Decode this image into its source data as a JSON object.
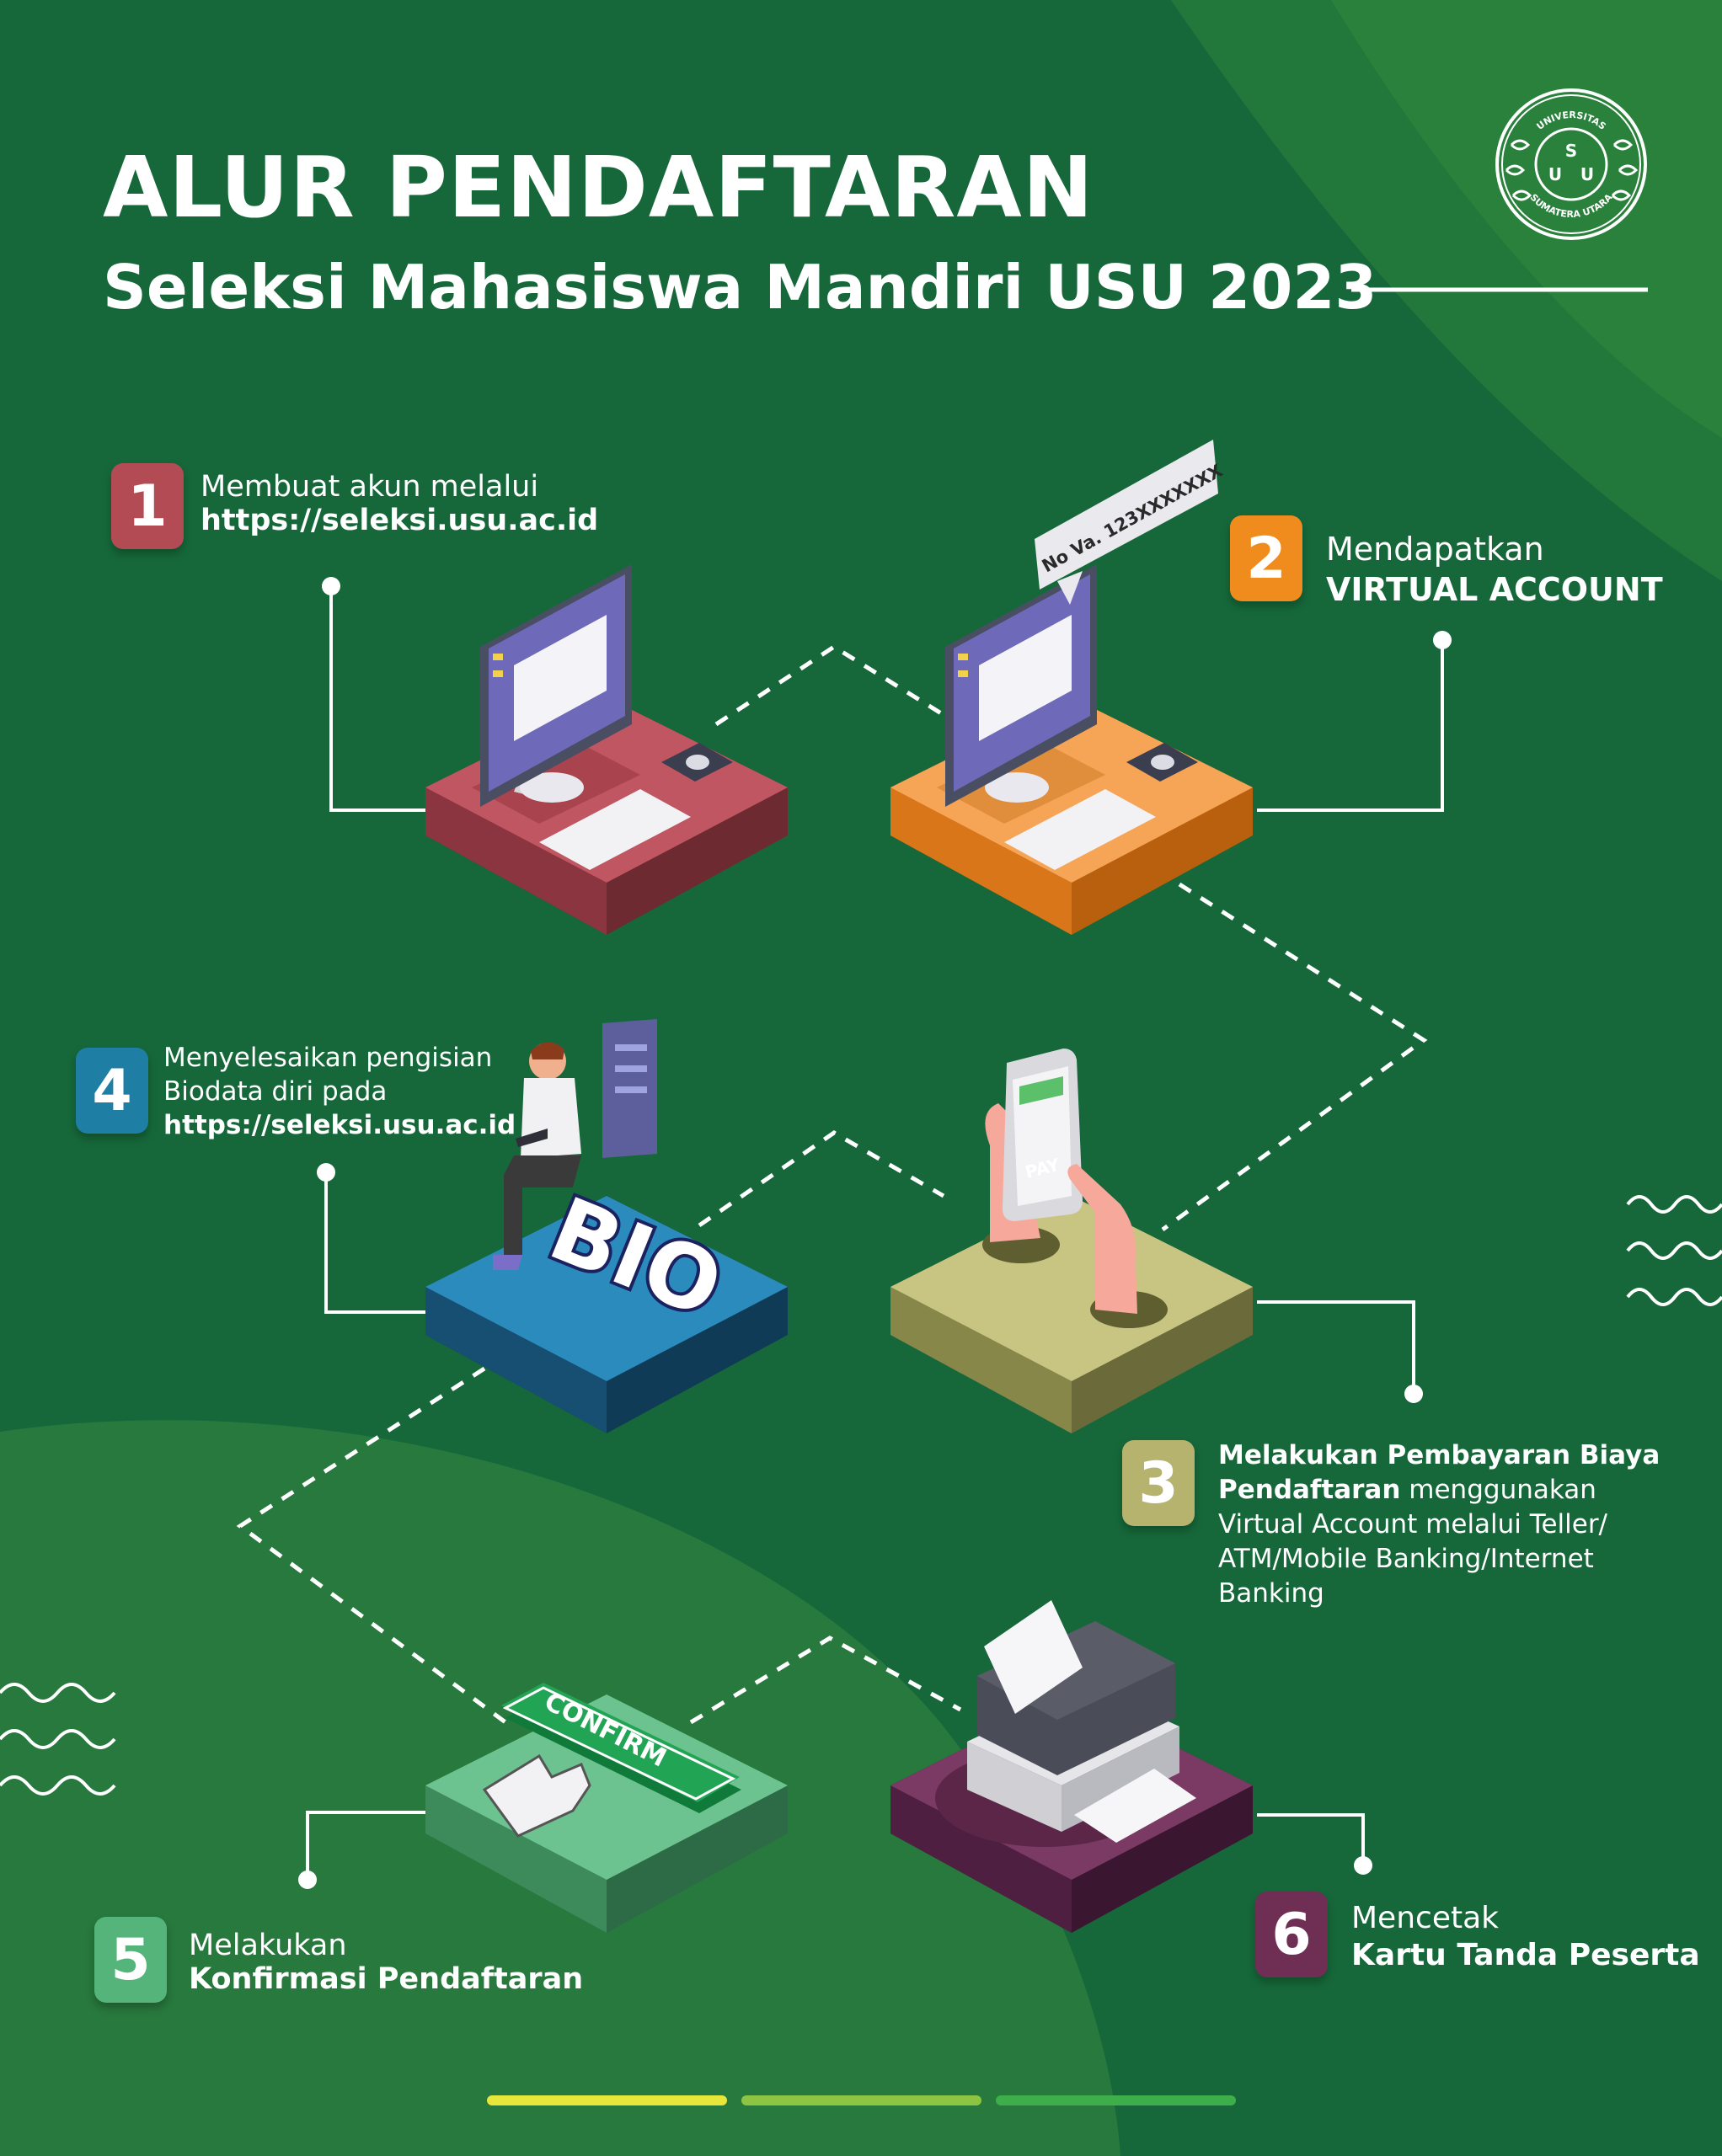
{
  "header": {
    "title": "ALUR PENDAFTARAN",
    "subtitle": "Seleksi Mahasiswa Mandiri USU 2023"
  },
  "logo": {
    "top_text": "UNIVERSITAS",
    "bottom_text": "SUMATERA UTARA",
    "letters": [
      "S",
      "U",
      "U"
    ]
  },
  "colors": {
    "background": "#16683a",
    "step1": "#b34b55",
    "step2": "#f08c1e",
    "step3": "#b6b36e",
    "step4": "#1e7ea3",
    "step5": "#54b47a",
    "step6": "#6f2f55",
    "progress_bars": [
      "#e7e63a",
      "#8dc442",
      "#3dae4a"
    ]
  },
  "steps": {
    "s1": {
      "number": "1",
      "line1": "Membuat akun melalui",
      "line2": "https://seleksi.usu.ac.id"
    },
    "s2": {
      "number": "2",
      "line1": "Mendapatkan",
      "line2": "VIRTUAL ACCOUNT",
      "bubble": "No Va. 123XXXXXXX"
    },
    "s3": {
      "number": "3",
      "bold1": "Melakukan Pembayaran Biaya",
      "bold2": "Pendaftaran",
      "rest2": " menggunakan",
      "line3": "Virtual Account melalui Teller/",
      "line4": "ATM/Mobile Banking/Internet",
      "line5": "Banking",
      "pay_label": "PAY"
    },
    "s4": {
      "number": "4",
      "line1": "Menyelesaikan pengisian",
      "line2": "Biodata diri pada",
      "line3": "https://seleksi.usu.ac.id",
      "bio_label": "BIO"
    },
    "s5": {
      "number": "5",
      "line1": "Melakukan",
      "line2": "Konfirmasi Pendaftaran",
      "button_label": "CONFIRM"
    },
    "s6": {
      "number": "6",
      "line1": "Mencetak",
      "line2": "Kartu Tanda Peserta"
    }
  }
}
